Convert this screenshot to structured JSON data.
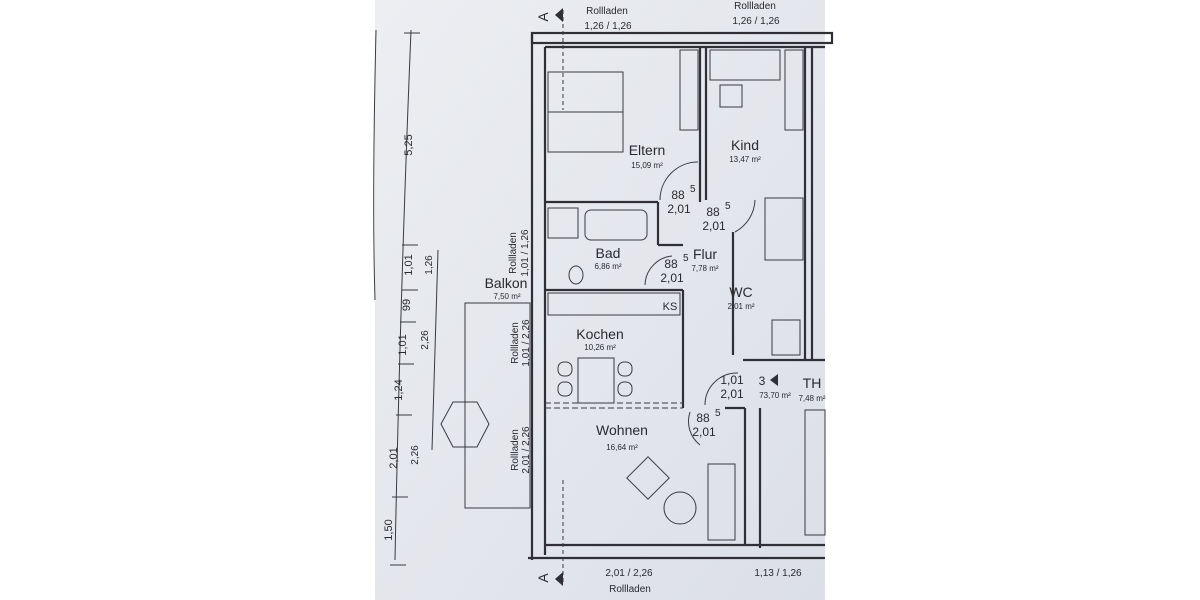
{
  "rooms": {
    "eltern": {
      "name": "Eltern",
      "area": "15,09 m²"
    },
    "kind": {
      "name": "Kind",
      "area": "13,47 m²"
    },
    "bad": {
      "name": "Bad",
      "area": "6,86 m²"
    },
    "flur": {
      "name": "Flur",
      "area": "7,78 m²"
    },
    "wc": {
      "name": "WC",
      "area": "2,01 m²"
    },
    "kochen": {
      "name": "Kochen",
      "area": "10,26 m²"
    },
    "wohnen": {
      "name": "Wohnen",
      "area": "16,64 m²"
    },
    "balkon": {
      "name": "Balkon",
      "area": "7,50 m²"
    },
    "th": {
      "name": "TH",
      "area": "7,48 m²"
    },
    "apartment": {
      "number": "3",
      "area": "73,70 m²"
    }
  },
  "kitchen_label": "KS",
  "doors": [
    {
      "width": "88",
      "sup": "5",
      "height": "2,01"
    },
    {
      "width": "88",
      "sup": "5",
      "height": "2,01"
    },
    {
      "width": "88",
      "sup": "5",
      "height": "2,01"
    },
    {
      "width": "88",
      "sup": "5",
      "height": "2,01"
    },
    {
      "width": "1,01",
      "sup": "",
      "height": "2,01"
    }
  ],
  "windows": {
    "top_left": {
      "label": "Rollladen",
      "size": "1,26 / 1,26"
    },
    "top_right": {
      "label": "Rollladen",
      "size": "1,26 / 1,26"
    },
    "bottom": {
      "label": "Rollladen",
      "size": "2,01 / 2,26"
    },
    "bottom_right": {
      "size": "1,13 / 1,26"
    },
    "bad_side": {
      "label": "Rollladen",
      "size": "1,01 / 1,26"
    },
    "kochen_side": {
      "label": "Rollladen",
      "size": "1,01 / 2,26"
    },
    "wohnen_side": {
      "label": "Rollladen",
      "size": "2,01 / 2,26"
    }
  },
  "section_marker": "A",
  "dimensions": {
    "outer": [
      "5,25",
      "1,01",
      "99",
      "1,01",
      "1,24",
      "2,01",
      "1,50"
    ],
    "inner": [
      "1,26",
      "2,26",
      "2,26"
    ]
  },
  "colors": {
    "paper": "#e4e6ec",
    "ink": "#2f2f35"
  }
}
